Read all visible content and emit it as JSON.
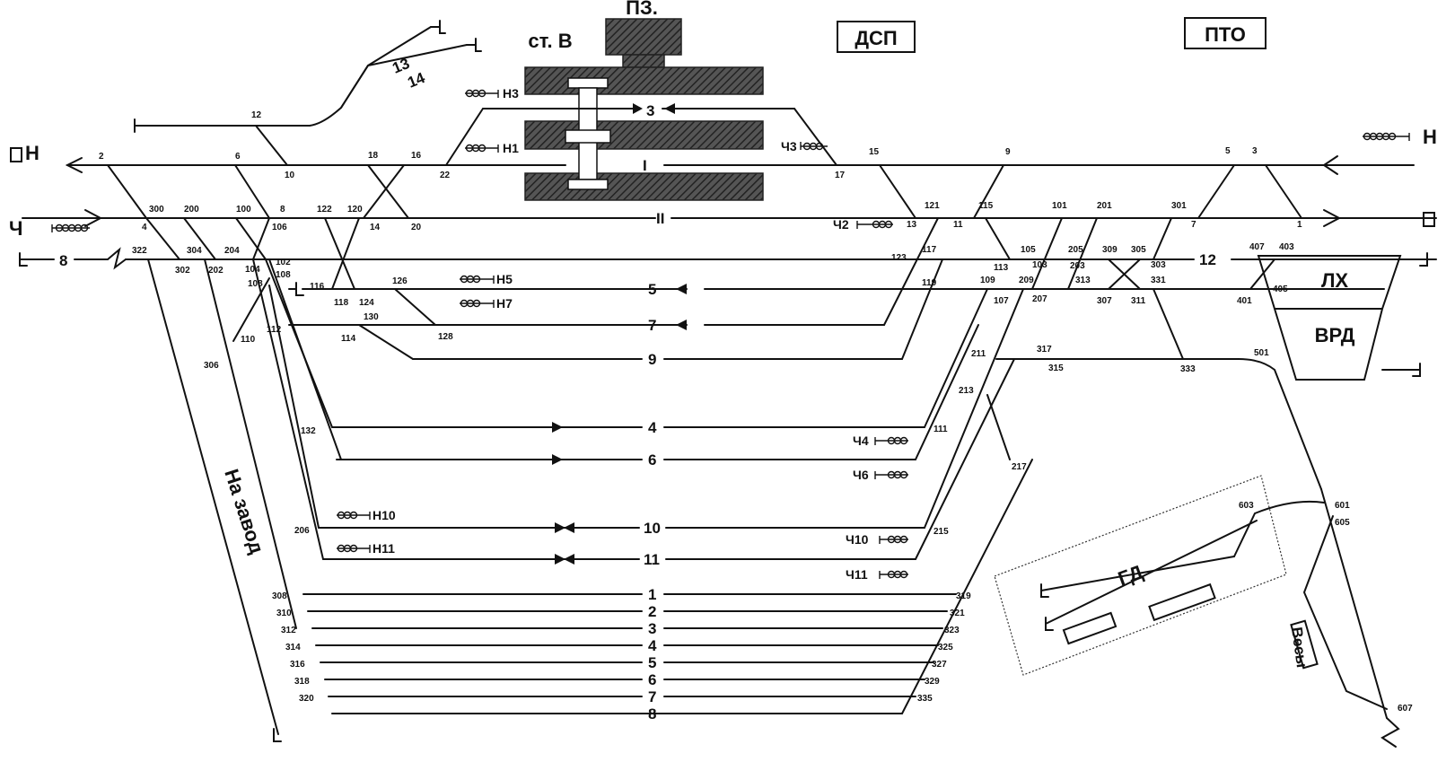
{
  "station_name": "ст. В",
  "building_labels": {
    "pz": "ПЗ.",
    "dsp": "ДСП",
    "pto": "ПТО",
    "lh": "ЛХ",
    "vrd": "ВРД",
    "gd": "ГД",
    "vesy": "Весы",
    "na_zavod": "На завод"
  },
  "platform_mark": "I",
  "track_labels": {
    "t_I": "I",
    "t_II": "II",
    "t_3": "3",
    "t_5": "5",
    "t_7": "7",
    "t_9": "9",
    "t_4": "4",
    "t_6": "6",
    "t_10": "10",
    "t_11": "11",
    "t_12": "12",
    "t_8": "8",
    "t_13": "13",
    "t_14": "14",
    "y_1": "1",
    "y_2": "2",
    "y_3": "3",
    "y_4": "4",
    "y_5": "5",
    "y_6": "6",
    "y_7": "7",
    "y_8": "8"
  },
  "signals": {
    "N": "Н",
    "CH": "Ч",
    "N_left": "Н",
    "N1": "Н1",
    "N3": "Н3",
    "N5": "Н5",
    "N7": "Н7",
    "N10": "Н10",
    "N11": "Н11",
    "CH2": "Ч2",
    "CH3": "Ч3",
    "CH4": "Ч4",
    "CH6": "Ч6",
    "CH10": "Ч10",
    "CH11": "Ч11"
  },
  "switches": {
    "s2": "2",
    "s4": "4",
    "s6": "6",
    "s8": "8",
    "s10": "10",
    "s12": "12",
    "s14": "14",
    "s16": "16",
    "s18": "18",
    "s20": "20",
    "s22": "22",
    "s100": "100",
    "s106": "106",
    "s102": "102",
    "s108": "108",
    "s104": "104",
    "s108b": "108",
    "s110": "110",
    "s112": "112",
    "s114": "114",
    "s116": "116",
    "s118": "118",
    "s120": "120",
    "s122": "122",
    "s124": "124",
    "s126": "126",
    "s128": "128",
    "s130": "130",
    "s132": "132",
    "s200": "200",
    "s202": "202",
    "s204": "204",
    "s206": "206",
    "s300": "300",
    "s302": "302",
    "s304": "304",
    "s306": "306",
    "s322": "322",
    "s308": "308",
    "s310": "310",
    "s312": "312",
    "s314": "314",
    "s316": "316",
    "s318": "318",
    "s320": "320",
    "s15": "15",
    "s17": "17",
    "s9": "9",
    "s13": "13",
    "s11": "11",
    "s121": "121",
    "s115": "115",
    "s101": "101",
    "s201": "201",
    "s301": "301",
    "s5": "5",
    "s3": "3",
    "s7": "7",
    "s1": "1",
    "s123": "123",
    "s117": "117",
    "s119": "119",
    "s105": "105",
    "s113": "113",
    "s103": "103",
    "s109": "109",
    "s107": "107",
    "s205": "205",
    "s203": "203",
    "s209": "209",
    "s207": "207",
    "s309": "309",
    "s305": "305",
    "s303": "303",
    "s313": "313",
    "s307": "307",
    "s311": "311",
    "s331": "331",
    "s407": "407",
    "s403": "403",
    "s401": "401",
    "s405": "405",
    "s211": "211",
    "s317": "317",
    "s315": "315",
    "s333": "333",
    "s501": "501",
    "s213": "213",
    "s111": "111",
    "s217": "217",
    "s215": "215",
    "s319": "319",
    "s321": "321",
    "s323": "323",
    "s325": "325",
    "s327": "327",
    "s329": "329",
    "s335": "335",
    "s603": "603",
    "s601": "601",
    "s605": "605",
    "s607": "607"
  }
}
